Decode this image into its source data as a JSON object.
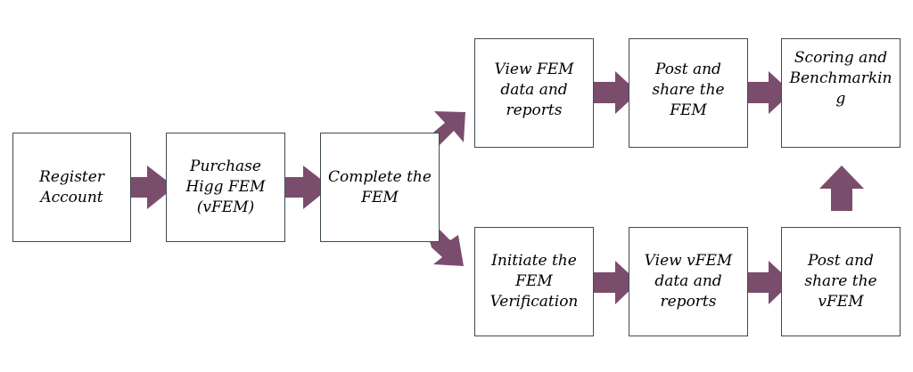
{
  "colors": {
    "arrow_fill": "#7b4d6c",
    "box_border": "#3f4a52",
    "text": "#000000"
  },
  "boxes": {
    "register_account": "Register\nAccount",
    "purchase_higg_fem": "Purchase\nHigg FEM\n(vFEM)",
    "complete_the_fem": "Complete the\nFEM",
    "view_fem_data": "View FEM\ndata and\nreports",
    "post_share_fem": "Post and\nshare the\nFEM",
    "scoring_benchmarking": "Scoring and\nBenchmarkin\ng",
    "initiate_verification": "Initiate the\nFEM\nVerification",
    "view_vfem_data": "View vFEM\ndata and\nreports",
    "post_share_vfem": "Post and\nshare the\nvFEM"
  }
}
